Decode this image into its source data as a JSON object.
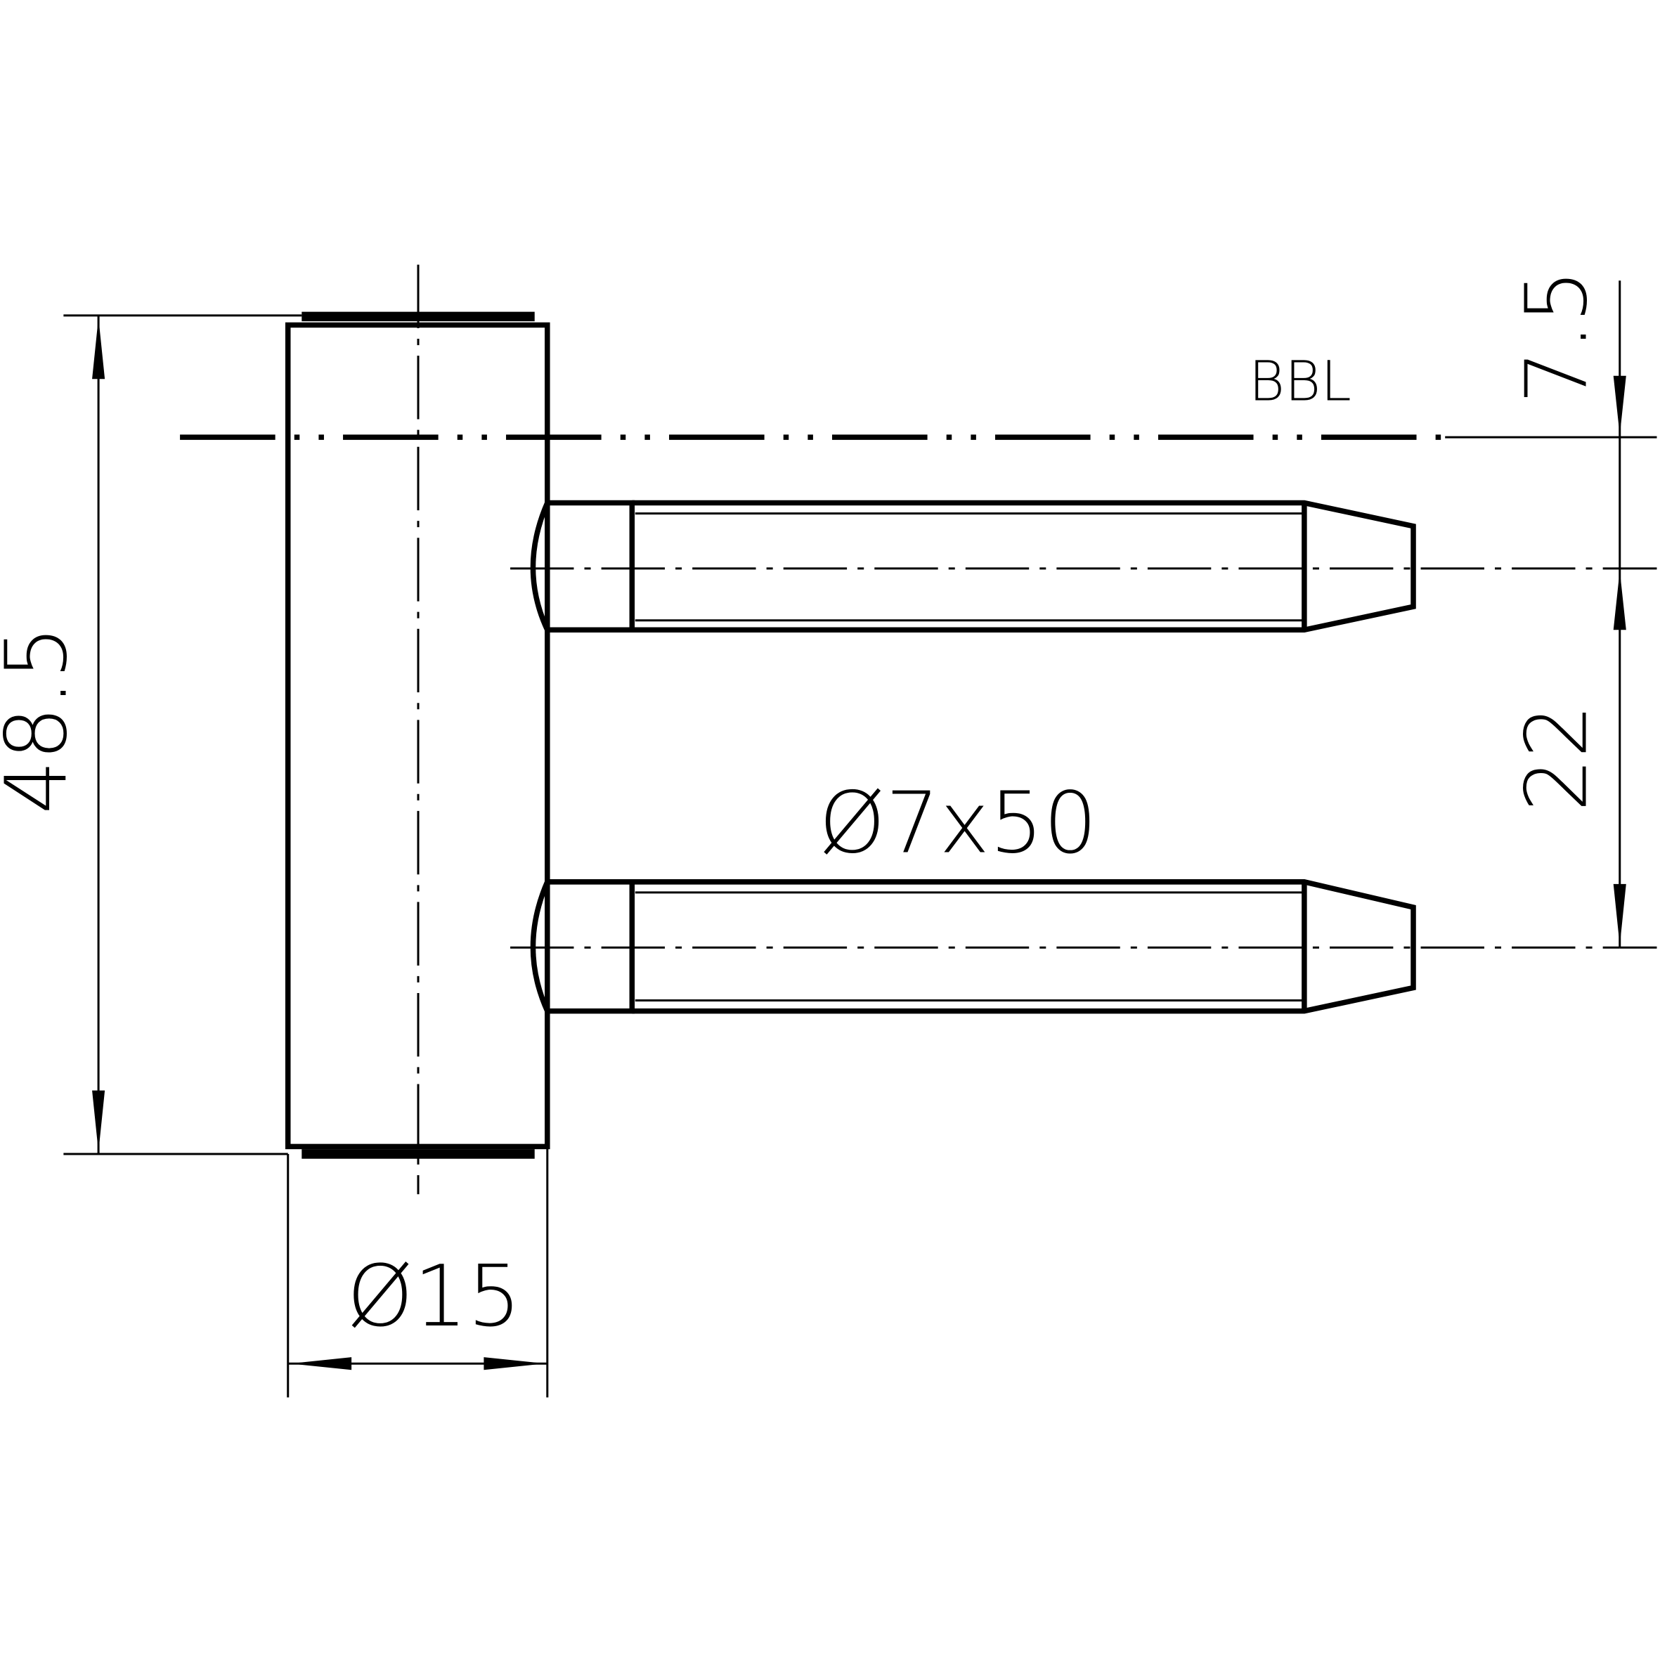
{
  "drawing": {
    "reference_line_label": "BBL",
    "dimensions": {
      "overall_height": "48.5",
      "body_diameter": "Ø15",
      "pin_spec": "Ø7x50",
      "bbl_offset": "7.5",
      "pin_spacing": "22"
    }
  }
}
